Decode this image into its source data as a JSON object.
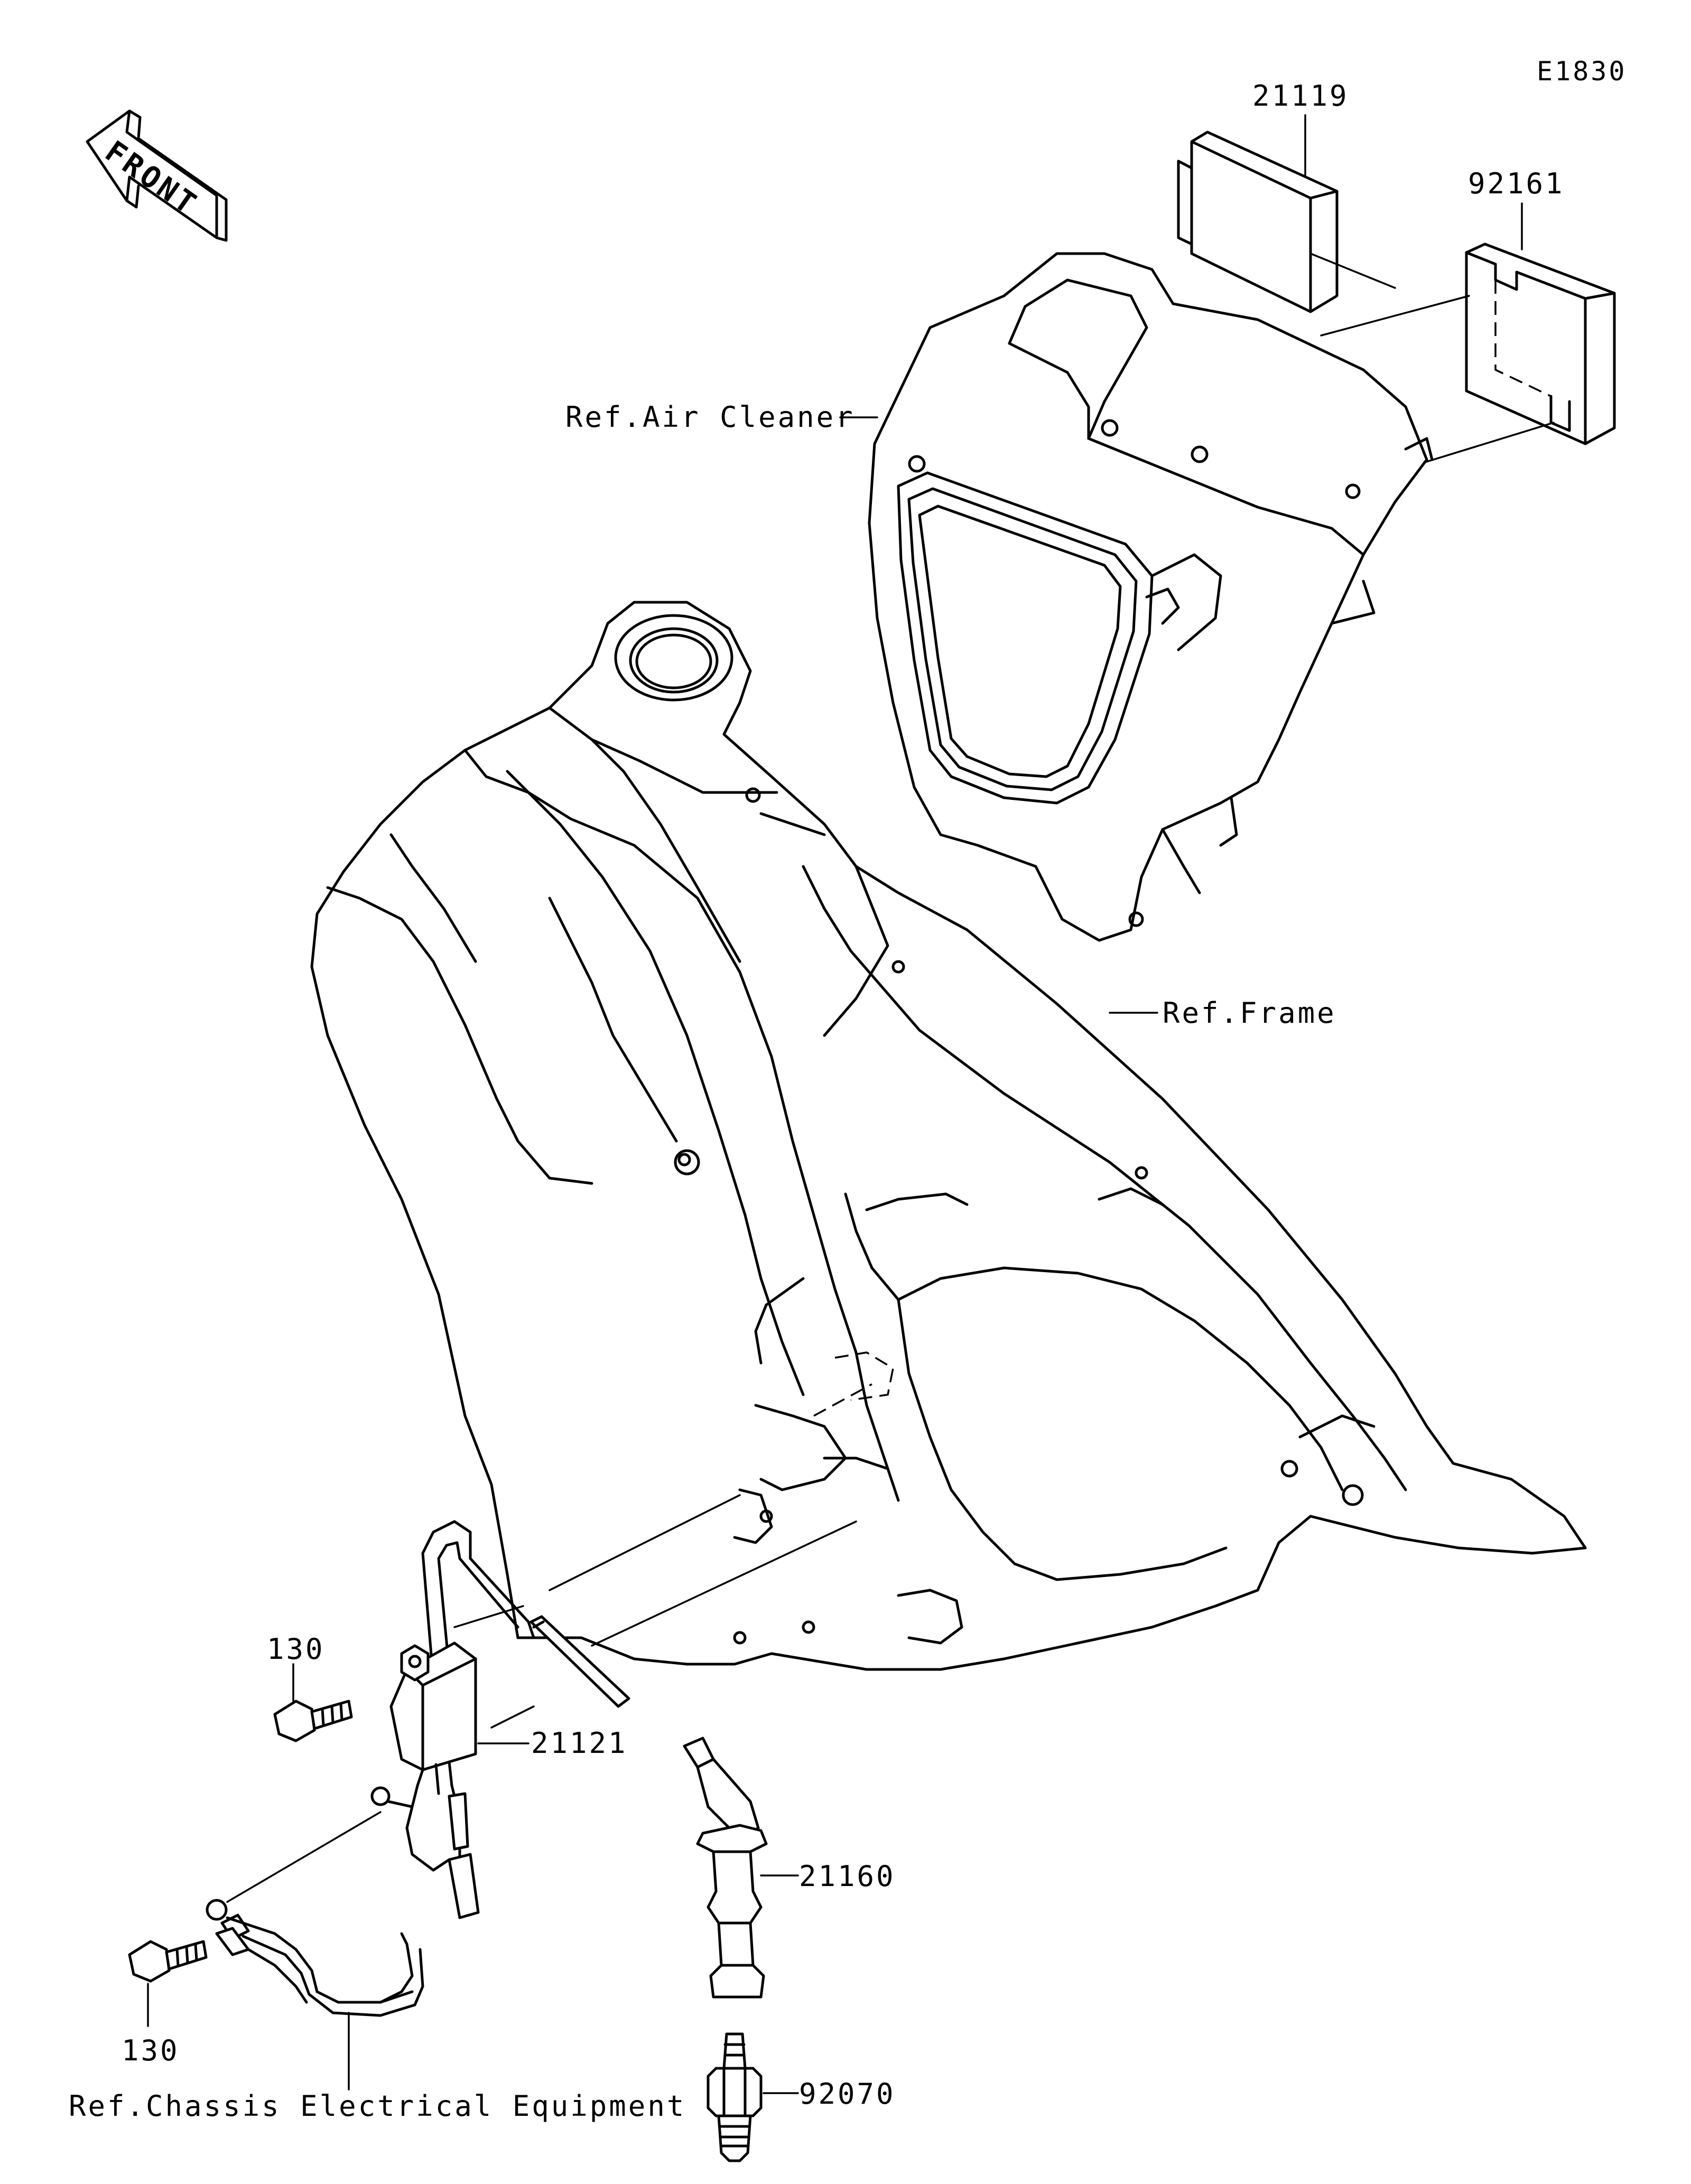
{
  "diagram_code": "E1830",
  "orientation_label": "FRONT",
  "parts": [
    {
      "number": "21119"
    },
    {
      "number": "92161"
    },
    {
      "number": "21121"
    },
    {
      "number": "21160"
    },
    {
      "number": "92070"
    },
    {
      "number": "130"
    },
    {
      "number": "130"
    }
  ],
  "references": {
    "air_cleaner": "Ref.Air Cleaner",
    "frame": "Ref.Frame",
    "chassis_electrical": "Ref.Chassis Electrical Equipment"
  },
  "icons": {
    "front_arrow": "front-arrow-icon",
    "frame": "frame-icon",
    "air_cleaner": "air-cleaner-icon",
    "ecu": "ecu-icon",
    "bracket": "bracket-icon",
    "ignition_coil": "ignition-coil-icon",
    "plug_cap": "plug-cap-icon",
    "spark_plug": "spark-plug-icon",
    "bolt": "bolt-icon",
    "wiring_harness": "wiring-harness-icon"
  },
  "colors": {
    "ink": "#000000",
    "background": "#ffffff"
  }
}
